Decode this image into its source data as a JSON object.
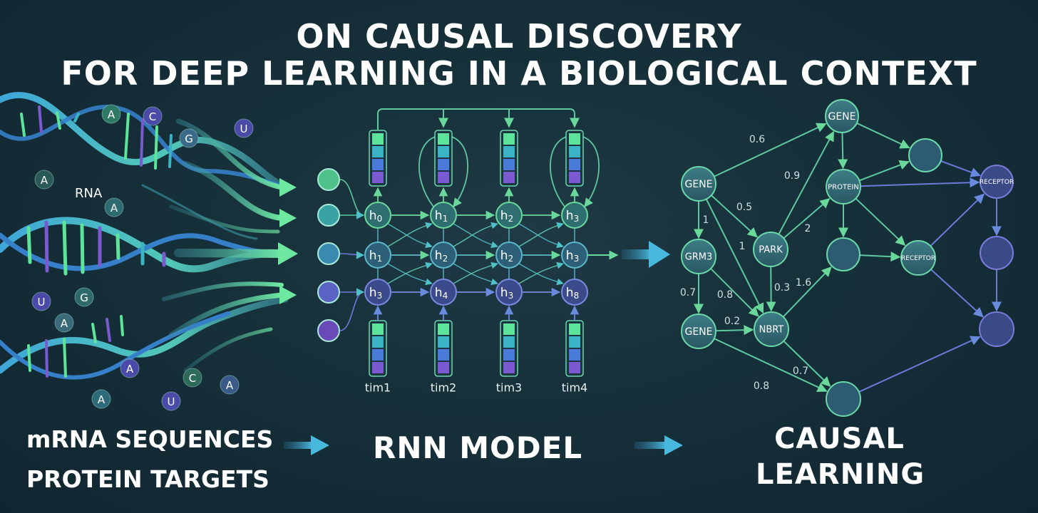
{
  "title": {
    "line1": "ON CAUSAL DISCOVERY",
    "line2": "FOR DEEP LEARNING IN A BIOLOGICAL CONTEXT"
  },
  "rna_panel": {
    "label": "RNA",
    "bases": [
      "A",
      "C",
      "G",
      "U",
      "A",
      "A",
      "U",
      "G",
      "A",
      "C",
      "A",
      "A",
      "U",
      "A"
    ]
  },
  "rnn_panel": {
    "hidden_rows": [
      [
        "h0",
        "h1",
        "h2",
        "h3"
      ],
      [
        "h1",
        "h2",
        "h2",
        "h3"
      ],
      [
        "h3",
        "h4",
        "h3",
        "h8"
      ]
    ],
    "time_labels": [
      "tim1",
      "tim2",
      "tim3",
      "tim4"
    ]
  },
  "causal_panel": {
    "nodes": {
      "gene_top": "GENE",
      "gene_left": "GENE",
      "protein": "PROTEIN",
      "receptor_right": "RECEPTOR",
      "grm3": "GRM3",
      "park": "PARK",
      "receptor_mid": "RECEPTOR",
      "gene_bottom": "GENE",
      "nbrt": "NBRT"
    },
    "edge_weights": [
      "0.6",
      "0.9",
      "0.5",
      "1",
      "1",
      "2",
      "0.3",
      "1.6",
      "0.7",
      "0.8",
      "0.2",
      "0.7",
      "0.8"
    ]
  },
  "captions": {
    "mrna": "mRNA SEQUENCES",
    "protein": "PROTEIN TARGETS",
    "rnn": "RNN MODEL",
    "causal1": "CAUSAL",
    "causal2": "LEARNING"
  },
  "colors": {
    "background": "#16303a",
    "green": "#5ee49a",
    "teal": "#3ab4c4",
    "blue": "#4a7ad8",
    "purple": "#7a5ad0",
    "node_fill": "#2e6270"
  }
}
